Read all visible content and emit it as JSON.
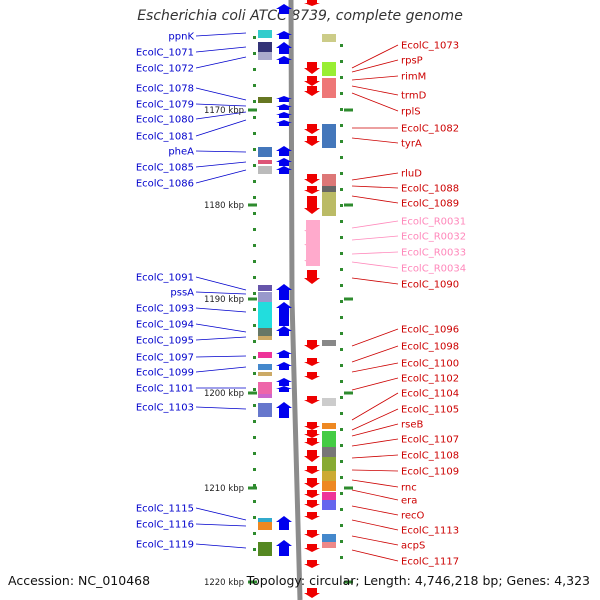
{
  "title": "Escherichia coli ATCC 8739, complete genome",
  "footer": {
    "accession": "Accession: NC_010468",
    "stats": "Topology: circular; Length: 4,746,218 bp; Genes: 4,323"
  },
  "colors": {
    "backbone": "#8c8c8c",
    "left_label": "#0000cc",
    "right_label": "#cc0000",
    "rna_label": "#ff88bb",
    "tick": "#2e8b2e",
    "forward_gene": "#0000ee",
    "reverse_gene": "#ee0000",
    "rna_gene": "#ffaacc"
  },
  "ticks": [
    "1170 kbp",
    "1180 kbp",
    "1190 kbp",
    "1200 kbp",
    "1210 kbp",
    "1220 kbp"
  ],
  "left_labels": [
    "ppnK",
    "EcolC_1071",
    "EcolC_1072",
    "EcolC_1078",
    "EcolC_1079",
    "EcolC_1080",
    "EcolC_1081",
    "pheA",
    "EcolC_1085",
    "EcolC_1086",
    "EcolC_1091",
    "pssA",
    "EcolC_1093",
    "EcolC_1094",
    "EcolC_1095",
    "EcolC_1097",
    "EcolC_1099",
    "EcolC_1101",
    "EcolC_1103",
    "EcolC_1115",
    "EcolC_1116",
    "EcolC_1119"
  ],
  "right_labels": [
    "EcolC_1073",
    "rpsP",
    "rimM",
    "trmD",
    "rplS",
    "EcolC_1082",
    "tyrA",
    "rluD",
    "EcolC_1088",
    "EcolC_1089",
    "EcolC_R0031",
    "EcolC_R0032",
    "EcolC_R0033",
    "EcolC_R0034",
    "EcolC_1090",
    "EcolC_1096",
    "EcolC_1098",
    "EcolC_1100",
    "EcolC_1102",
    "EcolC_1104",
    "EcolC_1105",
    "rseB",
    "EcolC_1107",
    "EcolC_1108",
    "EcolC_1109",
    "rnc",
    "era",
    "recO",
    "EcolC_1113",
    "acpS",
    "EcolC_1117"
  ]
}
